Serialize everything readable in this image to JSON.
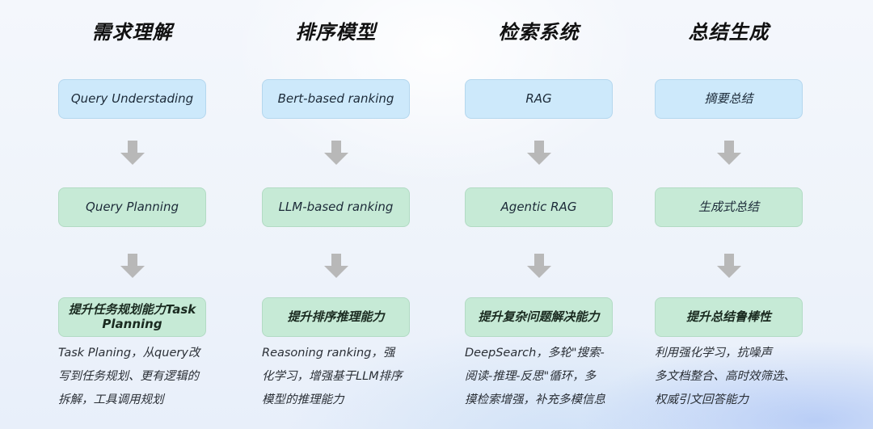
{
  "columns": [
    {
      "heading": "需求理解",
      "row1": "Query Understading",
      "row2": "Query Planning",
      "row3": "提升任务规划能力Task Planning",
      "desc": [
        "Task Planing，从query改",
        "写到任务规划、更有逻辑的",
        "拆解，工具调用规划"
      ]
    },
    {
      "heading": "排序模型",
      "row1": "Bert-based ranking",
      "row2": "LLM-based ranking",
      "row3": "提升排序推理能力",
      "desc": [
        "Reasoning ranking，强",
        "化学习，增强基于LLM排序",
        "模型的推理能力"
      ]
    },
    {
      "heading": "检索系统",
      "row1": "RAG",
      "row2": "Agentic RAG",
      "row3": "提升复杂问题解决能力",
      "desc": [
        "DeepSearch，多轮\"搜索-",
        "阅读-推理-反思\"循环，多",
        "摸检索增强，补充多模信息"
      ]
    },
    {
      "heading": "总结生成",
      "row1": "摘要总结",
      "row2": "生成式总结",
      "row3": "提升总结鲁棒性",
      "desc": [
        "利用强化学习，抗噪声",
        "多文档整合、高时效筛选、",
        "权威引文回答能力"
      ]
    }
  ],
  "arrow_icon": "down-arrow-icon",
  "colors": {
    "row1_fill": "#cde9fb",
    "row1_border": "#b4d7ee",
    "green_fill": "#c6ead6",
    "green_border": "#b2dbc4",
    "arrow": "#b8b8b8",
    "heading_text": "#111111"
  }
}
